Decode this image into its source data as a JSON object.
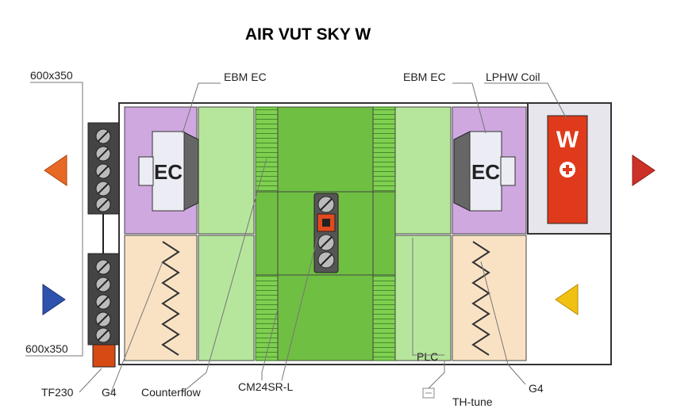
{
  "title": "AIR VUT SKY W",
  "labels": {
    "duct_top": "600x350",
    "duct_bottom": "600x350",
    "fan_left": "EBM EC",
    "fan_right": "EBM EC",
    "coil": "LPHW Coil",
    "sensor": "TF230",
    "filter_left": "G4",
    "exchanger": "Counterflow",
    "damper": "CM24SR-L",
    "controller": "PLC",
    "controller_panel": "TH-tune",
    "filter_right": "G4"
  },
  "fan_text": {
    "left": "EC",
    "right": "EC"
  },
  "heater_text": "W",
  "colors": {
    "extract_zone": "#cfa8e0",
    "supply_zone": "#f9e2c4",
    "exchanger_light": "#b6e69c",
    "exchanger_dark": "#6fbf42",
    "heater": "#e03a1c",
    "arrow_exhaust": "#e66a25",
    "arrow_fresh": "#2f52ae",
    "arrow_supply": "#cc3128",
    "arrow_extract": "#f2c012"
  },
  "icons": [
    "arrow-left-icon",
    "arrow-right-icon",
    "fan-icon",
    "heater-icon",
    "silencer-icon",
    "filter-icon",
    "damper-icon"
  ]
}
